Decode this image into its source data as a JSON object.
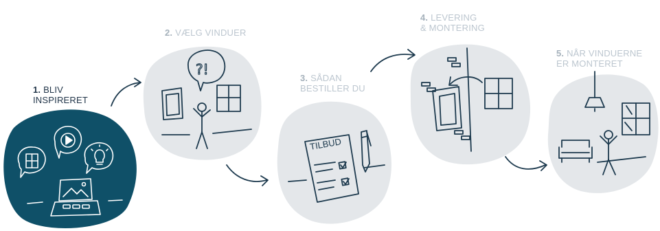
{
  "steps": [
    {
      "number": "1.",
      "line1": "BLIV",
      "line2": "INSPIRERET"
    },
    {
      "number": "2.",
      "line1": "VÆLG VINDUER",
      "line2": ""
    },
    {
      "number": "3.",
      "line1": "SÅDAN",
      "line2": "BESTILLER DU"
    },
    {
      "number": "4.",
      "line1": "LEVERING",
      "line2": "& MONTERING"
    },
    {
      "number": "5.",
      "line1": "NÅR VINDUERNE",
      "line2": "ER MONTERET"
    }
  ],
  "offer_sheet_label": "TILBUD",
  "colors": {
    "active_blob": "#0f5068",
    "inactive_blob": "#e4e7ea",
    "ink": "#1d3a4e",
    "label_active": "#1f3347",
    "label_inactive": "#bcc6cf"
  }
}
